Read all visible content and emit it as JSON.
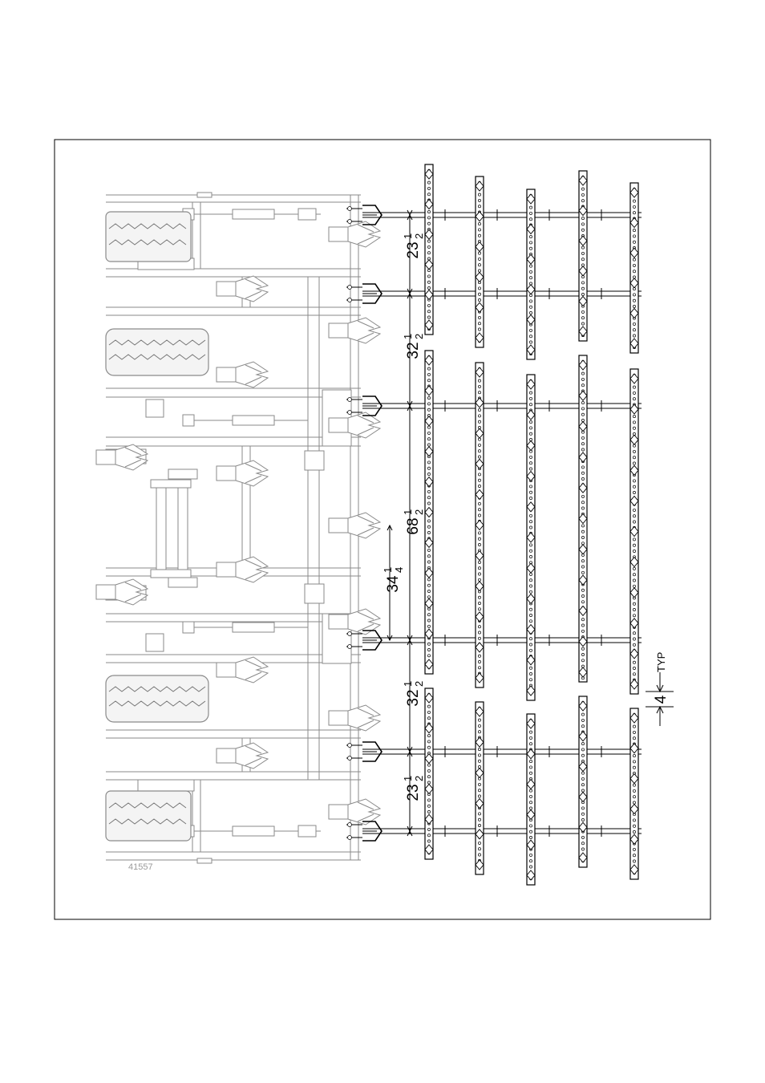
{
  "figure_id": "41557",
  "dimensions": [
    {
      "whole": "23",
      "num": "1",
      "den": "2"
    },
    {
      "whole": "32",
      "num": "1",
      "den": "2"
    },
    {
      "whole": "68",
      "num": "1",
      "den": "2"
    },
    {
      "whole": "34",
      "num": "1",
      "den": "4"
    },
    {
      "whole": "32",
      "num": "1",
      "den": "2"
    },
    {
      "whole": "23",
      "num": "1",
      "den": "2"
    }
  ],
  "typical": {
    "value": "4",
    "label": "TYP"
  },
  "colors": {
    "line": "#000000",
    "machine": "#8a8a8a",
    "figure_id": "#9a9a9a"
  }
}
